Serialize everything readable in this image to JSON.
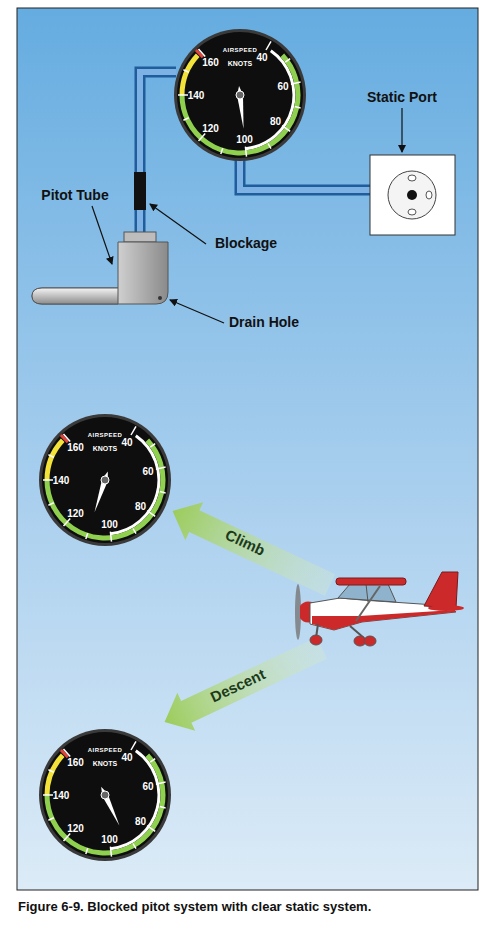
{
  "diagram": {
    "caption": "Figure 6-9. Blocked pitot system with clear static system.",
    "labels": [
      "Static Port",
      "Pitot Tube",
      "Blockage",
      "Drain Hole",
      "AIRSPEED",
      "KNOTS",
      "40",
      "60",
      "80",
      "100",
      "120",
      "140",
      "160",
      "Climb",
      "Descent",
      "AIRSPEED",
      "KNOTS",
      "40",
      "60",
      "80",
      "100",
      "120",
      "140",
      "160",
      "AIRSPEED",
      "KNOTS",
      "40",
      "60",
      "80",
      "100",
      "120",
      "140",
      "160"
    ]
  }
}
